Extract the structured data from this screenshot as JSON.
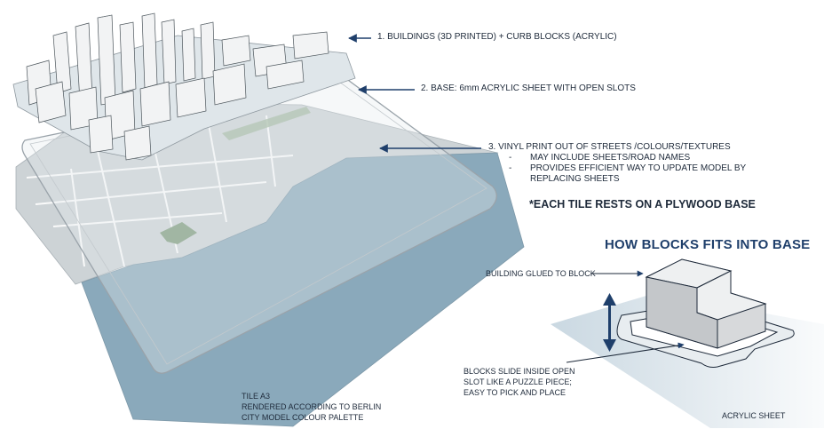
{
  "layers": [
    {
      "label": "1. BUILDINGS (3D PRINTED) + CURB BLOCKS (ACRYLIC)"
    },
    {
      "label": "2. BASE: 6mm ACRYLIC SHEET WITH OPEN SLOTS"
    },
    {
      "label": "3. VINYL PRINT OUT OF STREETS /COLOURS/TEXTURES",
      "bullets": [
        "MAY INCLUDE SHEETS/ROAD NAMES",
        "PROVIDES EFFICIENT WAY TO UPDATE MODEL BY",
        "REPLACING SHEETS"
      ]
    }
  ],
  "note": "*EACH TILE RESTS ON A PLYWOOD BASE",
  "tile_caption": [
    "TILE A3",
    "RENDERED ACCORDING TO BERLIN",
    "CITY MODEL COLOUR PALETTE"
  ],
  "detail": {
    "title": "HOW BLOCKS FITS INTO BASE",
    "building_label": "BUILDING GLUED TO BLOCK",
    "slot_label": [
      "BLOCKS SLIDE INSIDE OPEN",
      "SLOT LIKE A PUZZLE PIECE;",
      "EASY TO PICK AND PLACE"
    ],
    "sheet_label": "ACRYLIC SHEET"
  },
  "colors": {
    "water": "#8aa9bb",
    "vinyl_land": "#cdd3d6",
    "acrylic_outline": "#9aa3aa",
    "arrow": "#1f3f6b",
    "heading": "#1f3f6b",
    "buildings": "#f2f3f4",
    "greenery": "#7d9a7c",
    "sheet_blue": "#c7d6e0"
  }
}
